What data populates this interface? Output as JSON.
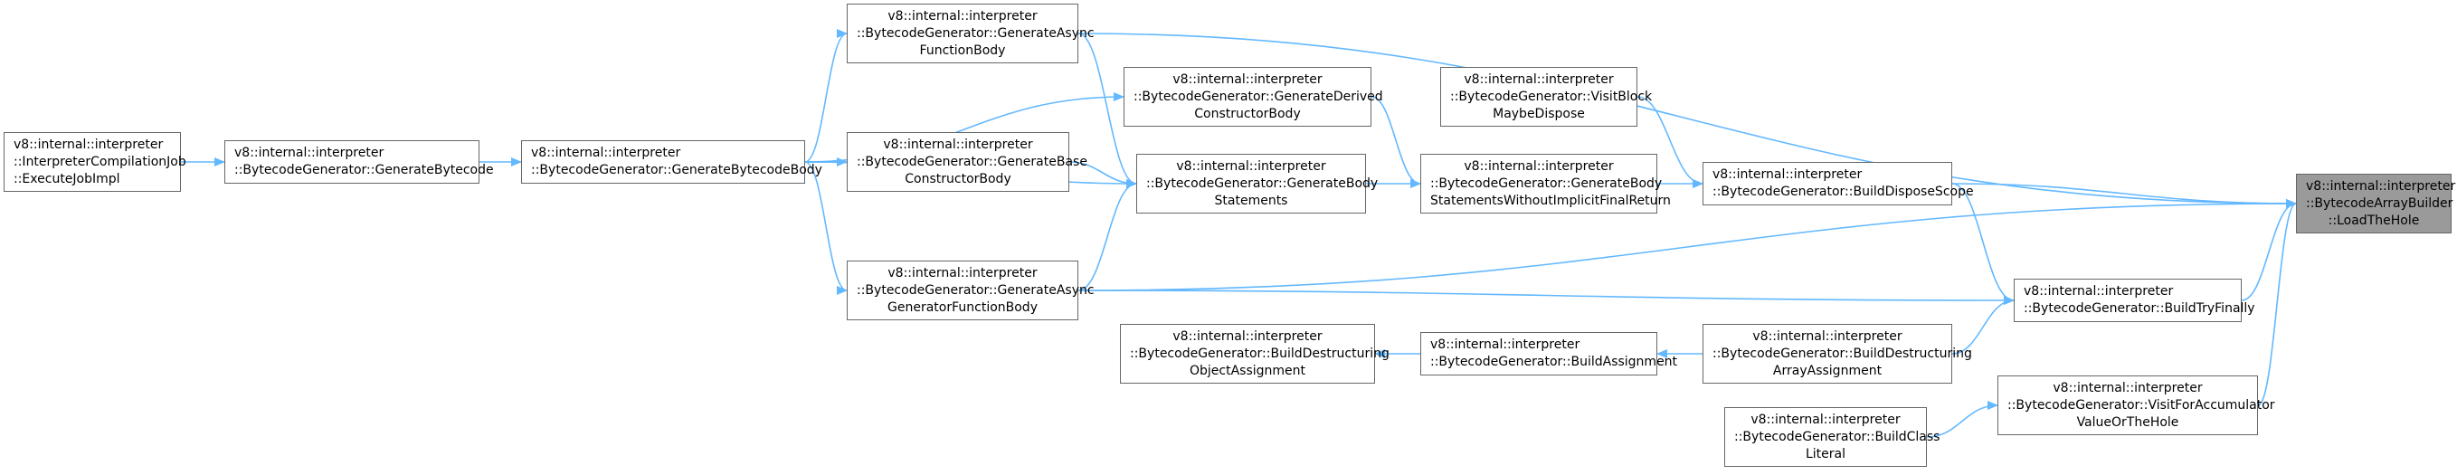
{
  "colors": {
    "edge": "#63b8ff",
    "node_border": "#666666",
    "highlight_fill": "#9a9a9a"
  },
  "nodes": [
    {
      "id": "loadTheHole",
      "lines": [
        "v8::internal::interpreter",
        "::BytecodeArrayBuilder",
        "::LoadTheHole"
      ],
      "highlight": true
    },
    {
      "id": "executeJobImpl",
      "lines": [
        "v8::internal::interpreter",
        "::InterpreterCompilationJob",
        "::ExecuteJobImpl"
      ]
    },
    {
      "id": "generateBytecode",
      "lines": [
        "v8::internal::interpreter",
        "::BytecodeGenerator::GenerateBytecode"
      ]
    },
    {
      "id": "generateBytecodeBody",
      "lines": [
        "v8::internal::interpreter",
        "::BytecodeGenerator::GenerateBytecodeBody"
      ]
    },
    {
      "id": "generateAsyncFunctionBody",
      "lines": [
        "v8::internal::interpreter",
        "::BytecodeGenerator::GenerateAsync",
        "FunctionBody"
      ]
    },
    {
      "id": "generateDerivedConstructorBody",
      "lines": [
        "v8::internal::interpreter",
        "::BytecodeGenerator::GenerateDerived",
        "ConstructorBody"
      ]
    },
    {
      "id": "generateBaseConstructorBody",
      "lines": [
        "v8::internal::interpreter",
        "::BytecodeGenerator::GenerateBase",
        "ConstructorBody"
      ]
    },
    {
      "id": "generateBodyStatements",
      "lines": [
        "v8::internal::interpreter",
        "::BytecodeGenerator::GenerateBody",
        "Statements"
      ]
    },
    {
      "id": "generateAsyncGeneratorFunctionBody",
      "lines": [
        "v8::internal::interpreter",
        "::BytecodeGenerator::GenerateAsync",
        "GeneratorFunctionBody"
      ]
    },
    {
      "id": "visitBlockMaybeDispose",
      "lines": [
        "v8::internal::interpreter",
        "::BytecodeGenerator::VisitBlock",
        "MaybeDispose"
      ]
    },
    {
      "id": "generateBodyStatementsWithoutImplicitFinalReturn",
      "lines": [
        "v8::internal::interpreter",
        "::BytecodeGenerator::GenerateBody",
        "StatementsWithoutImplicitFinalReturn"
      ]
    },
    {
      "id": "buildDisposeScope",
      "lines": [
        "v8::internal::interpreter",
        "::BytecodeGenerator::BuildDisposeScope"
      ]
    },
    {
      "id": "buildTryFinally",
      "lines": [
        "v8::internal::interpreter",
        "::BytecodeGenerator::BuildTryFinally"
      ]
    },
    {
      "id": "buildDestructuringObjectAssignment",
      "lines": [
        "v8::internal::interpreter",
        "::BytecodeGenerator::BuildDestructuring",
        "ObjectAssignment"
      ]
    },
    {
      "id": "buildAssignment",
      "lines": [
        "v8::internal::interpreter",
        "::BytecodeGenerator::BuildAssignment"
      ]
    },
    {
      "id": "buildDestructuringArrayAssignment",
      "lines": [
        "v8::internal::interpreter",
        "::BytecodeGenerator::BuildDestructuring",
        "ArrayAssignment"
      ]
    },
    {
      "id": "visitForAccumulatorValueOrTheHole",
      "lines": [
        "v8::internal::interpreter",
        "::BytecodeGenerator::VisitForAccumulator",
        "ValueOrTheHole"
      ]
    },
    {
      "id": "buildClassLiteral",
      "lines": [
        "v8::internal::interpreter",
        "::BytecodeGenerator::BuildClass",
        "Literal"
      ]
    }
  ],
  "edges": [
    {
      "from": "executeJobImpl",
      "to": "generateBytecode"
    },
    {
      "from": "generateBytecode",
      "to": "generateBytecodeBody"
    },
    {
      "from": "generateBytecodeBody",
      "to": "generateAsyncFunctionBody"
    },
    {
      "from": "generateBytecodeBody",
      "to": "generateDerivedConstructorBody"
    },
    {
      "from": "generateBytecodeBody",
      "to": "generateBaseConstructorBody"
    },
    {
      "from": "generateBytecodeBody",
      "to": "generateBodyStatements"
    },
    {
      "from": "generateBytecodeBody",
      "to": "generateAsyncGeneratorFunctionBody"
    },
    {
      "from": "generateAsyncFunctionBody",
      "to": "generateBodyStatements"
    },
    {
      "from": "generateAsyncFunctionBody",
      "to": "loadTheHole"
    },
    {
      "from": "generateDerivedConstructorBody",
      "to": "generateBodyStatementsWithoutImplicitFinalReturn"
    },
    {
      "from": "generateBaseConstructorBody",
      "to": "generateBodyStatements"
    },
    {
      "from": "generateAsyncGeneratorFunctionBody",
      "to": "generateBodyStatements"
    },
    {
      "from": "generateAsyncGeneratorFunctionBody",
      "to": "loadTheHole"
    },
    {
      "from": "generateAsyncGeneratorFunctionBody",
      "to": "buildTryFinally"
    },
    {
      "from": "generateBodyStatements",
      "to": "generateBodyStatementsWithoutImplicitFinalReturn"
    },
    {
      "from": "generateBodyStatementsWithoutImplicitFinalReturn",
      "to": "buildDisposeScope"
    },
    {
      "from": "visitBlockMaybeDispose",
      "to": "buildDisposeScope"
    },
    {
      "from": "buildDisposeScope",
      "to": "loadTheHole"
    },
    {
      "from": "buildDisposeScope",
      "to": "buildTryFinally"
    },
    {
      "from": "buildTryFinally",
      "to": "loadTheHole"
    },
    {
      "from": "buildDestructuringArrayAssignment",
      "to": "buildTryFinally"
    },
    {
      "from": "buildAssignment",
      "to": "buildDestructuringObjectAssignment"
    },
    {
      "from": "buildDestructuringArrayAssignment",
      "to": "buildAssignment"
    },
    {
      "from": "visitForAccumulatorValueOrTheHole",
      "to": "loadTheHole"
    },
    {
      "from": "buildClassLiteral",
      "to": "visitForAccumulatorValueOrTheHole"
    }
  ]
}
